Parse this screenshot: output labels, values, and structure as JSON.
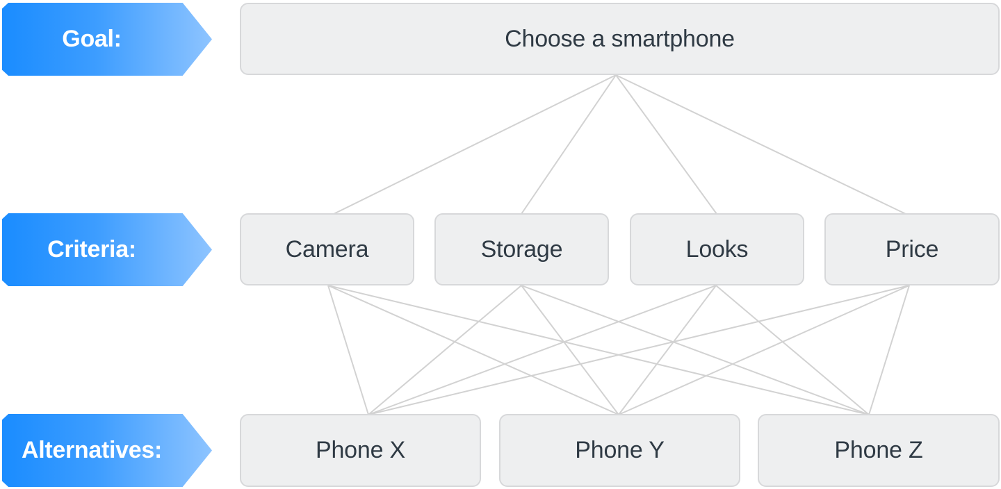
{
  "levels": {
    "goal_label": "Goal:",
    "criteria_label": "Criteria:",
    "alternatives_label": "Alternatives:"
  },
  "goal": "Choose a smartphone",
  "criteria": [
    "Camera",
    "Storage",
    "Looks",
    "Price"
  ],
  "alternatives": [
    "Phone X",
    "Phone Y",
    "Phone Z"
  ],
  "colors": {
    "label_gradient_start": "#1a8cff",
    "label_gradient_end": "#8ec4ff",
    "node_fill": "#eeeff0",
    "node_border": "#d7d8da",
    "node_text": "#2f3a44",
    "connector": "#d2d2d2"
  }
}
